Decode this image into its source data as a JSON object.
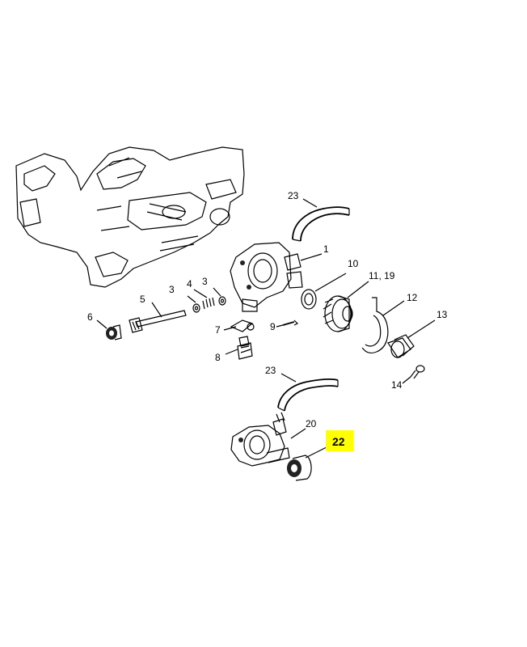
{
  "labels": {
    "p1": "1",
    "p3a": "3",
    "p3b": "3",
    "p4": "4",
    "p5": "5",
    "p6": "6",
    "p7": "7",
    "p8": "8",
    "p9": "9",
    "p10": "10",
    "p11_19": "11, 19",
    "p12": "12",
    "p13": "13",
    "p14": "14",
    "p20": "20",
    "p22": "22",
    "p23a": "23",
    "p23b": "23"
  },
  "colors": {
    "highlight": "#ffff00",
    "line": "#000000",
    "background": "#ffffff"
  }
}
